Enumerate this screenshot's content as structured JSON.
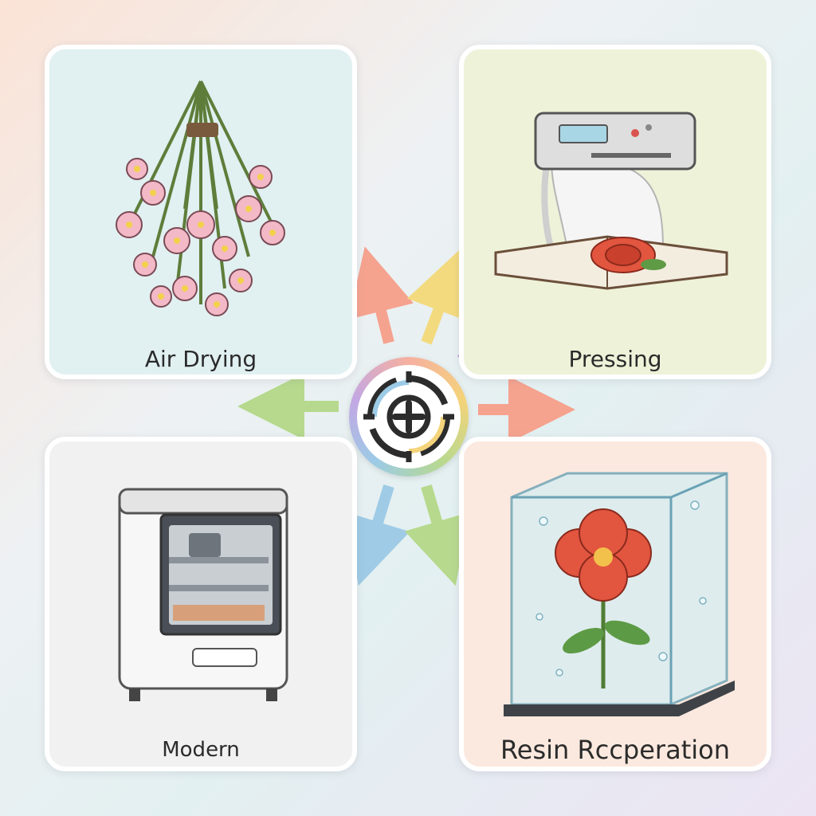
{
  "cards": {
    "air_drying": {
      "label": "Air Drying"
    },
    "pressing": {
      "label": "Pressing"
    },
    "modern": {
      "label": "Modern"
    },
    "resin": {
      "label": "Resin Rccperation"
    }
  },
  "hub": {
    "icon": "crosshair-plus-icon"
  },
  "colors": {
    "arrow_red": "#f5a38f",
    "arrow_yellow": "#f3da7e",
    "arrow_purple": "#c4a7e3",
    "arrow_green": "#b6d98d",
    "arrow_blue": "#9fcbe6",
    "arrow_white": "#ffffff"
  }
}
